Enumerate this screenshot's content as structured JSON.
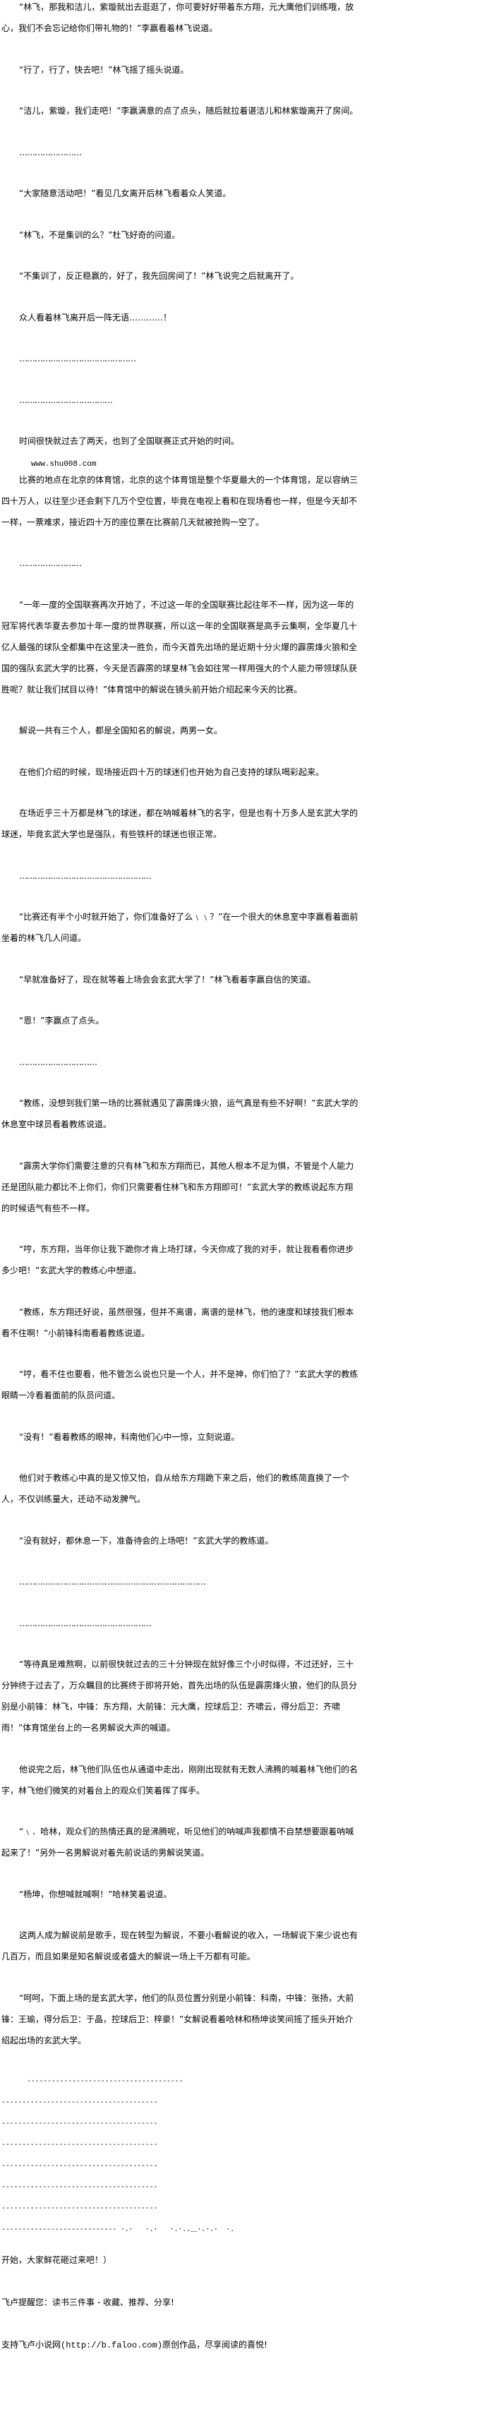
{
  "paragraphs": [
    "“林飞，那我和洁儿，紫璇就出去逛逛了，你可要好好带着东方翔，元大鹰他们训练哦，放心，我们不会忘记给你们带礼物的！”李赢看着林飞说道。",
    "“行了，行了，快去吧！”林飞摇了摇头说道。",
    "“洁儿，紫璇，我们走吧！”李赢满意的点了点头，随后就拉着谌洁儿和林紫璇离开了房间。",
    "……………………",
    "“大家随意活动吧！”看见几女离开后林飞看着众人笑道。",
    "“林飞，不是集训的么？”杜飞好奇的问道。",
    "“不集训了，反正稳赢的，好了，我先回房间了！”林飞说完之后就离开了。",
    "众人看着林飞离开后一阵无语…………！",
    "………………………………………",
    "………………………………",
    "时间很快就过去了两天，也到了全国联赛正式开始的时间。",
    "比赛的地点在北京的体育馆，北京的这个体育馆是整个华夏最大的一个体育馆，足以容纳三四十万人，以往至少还会剩下几万个空位置，毕竟在电视上看和在现场看也一样，但是今天却不一样，一票难求，接近四十万的座位票在比赛前几天就被抢购一空了。",
    "……………………",
    "“一年一度的全国联赛再次开始了，不过这一年的全国联赛比起往年不一样，因为这一年的冠军将代表华夏去参加十年一度的世界联赛，所以这一年的全国联赛是高手云集啊，全华夏几十亿人最强的球队全都集中在这里决一胜负，而今天首先出场的是近期十分火爆的霹雳烽火狼和全国的强队玄武大学的比赛，今天是否霹雳的球皇林飞会如往常一样用强大的个人能力带领球队获胜呢？就让我们拭目以待！”体育馆中的解说在镜头前开始介绍起来今天的比赛。",
    "解说一共有三个人，都是全国知名的解说，两男一女。",
    "在他们介绍的时候，现场接近四十万的球迷们也开始为自己支持的球队喝彩起来。",
    "在场近乎三十万都是林飞的球迷，都在呐喊着林飞的名字，但是也有十万多人是玄武大学的球迷，毕竟玄武大学也是强队，有些铁杆的球迷也很正常。",
    "……………………………………………",
    "“比赛还有半个小时就开始了，你们准备好了么﹨﹨？”在一个很大的休息室中李赢看着面前坐着的林飞几人问道。",
    "“早就准备好了，现在就等着上场会会玄武大学了！”林飞看着李赢自信的笑道。",
    "“恩！”李赢点了点头。",
    "…………………………",
    "“教练，没想到我们第一场的比赛就遇见了霹雳烽火狼，运气真是有些不好啊！”玄武大学的休息室中球员看着教练说道。",
    "“霹雳大学你们需要注意的只有林飞和东方翔而已，其他人根本不足为惧，不管是个人能力还是团队能力都比不上你们，你们只需要看住林飞和东方翔即可！”玄武大学的教练说起东方翔的时候语气有些不一样。",
    "“哼，东方翔，当年你让我下跪你才肯上场打球，今天你成了我的对手，就让我看看你进步多少吧！”玄武大学的教练心中想道。",
    "“教练，东方翔还好说，虽然很强，但并不离谱，离谱的是林飞，他的速度和球技我们根本看不住啊！”小前锋科南看着教练说道。",
    "“哼，看不住也要看，他不管怎么说也只是一个人，并不是神，你们怕了？”玄武大学的教练眼睛一冷看着面前的队员问道。",
    "“没有！”看着教练的眼神，科南他们心中一惊，立刻说道。",
    "他们对于教练心中真的是又惊又怕，自从给东方翔跪下来之后，他们的教练简直换了一个人，不仅训练量大，还动不动发脾气。",
    "“没有就好，都休息一下，准备待会的上场吧！”玄武大学的教练道。",
    "………………………………………………………………",
    "……………………………………………",
    "“等待真是难熬啊，以前很快就过去的三十分钟现在就好像三个小时似得，不过还好，三十分钟终于过去了，万众瞩目的比赛终于即将开始，首先出场的队伍是霹雳烽火狼，他们的队员分别是小前锋：林飞，中锋：东方翔，大前锋：元大鹰，控球后卫：齐啸云，得分后卫：齐啸雨！”体育馆坐台上的一名男解说大声的喊道。",
    "他说完之后，林飞他们队伍也从通道中走出，刚刚出现就有无数人沸腾的喊着林飞他们的名字，林飞他们微笑的对着台上的观众们笑着挥了挥手。",
    "“﹨．哈林，观众们的热情还真的是沸腾呢，听见他们的呐喊声我都情不自禁想要跟着呐喊起来了！”另外一名男解说对着先前说话的男解说笑道。",
    "“杨坤，你想喊就喊啊！”哈林笑着说道。",
    "这两人成为解说前是歌手，现在转型为解说，不要小看解说的收入，一场解说下来少说也有几百万，而且如果是知名解说或者盛大的解说一场上千万都有可能。",
    "“呵呵，下面上场的是玄武大学，他们的队员位置分别是小前锋：科南，中锋：张扬，大前锋：王瑜，得分后卫：于晶，控球后卫：梓豪！”女解说看着哈林和杨坤谈笑间摇了摇头开始介绍起出场的玄武大学。"
  ],
  "site_tag": "www.shu008.com",
  "dash_lines": [
    "--------------------------------------",
    "--------------------------------------",
    "--------------------------------------",
    "--------------------------------------",
    "--------------------------------------",
    "--------------------------------------",
    "--------------------------------------",
    "---------------------------- ·.·   ·.·   ·.·..＿·.·.·  ·."
  ],
  "closing_line": "开始，大家鲜花砸过来吧！）",
  "footer": {
    "reminder": "飞卢提醒您：读书三件事 - 收藏、推荐、分享!",
    "support_prefix": "支持飞卢小说网",
    "support_link": "(http://b.faloo.com)",
    "support_suffix": "原创作品，尽享阅读的喜悦!"
  }
}
